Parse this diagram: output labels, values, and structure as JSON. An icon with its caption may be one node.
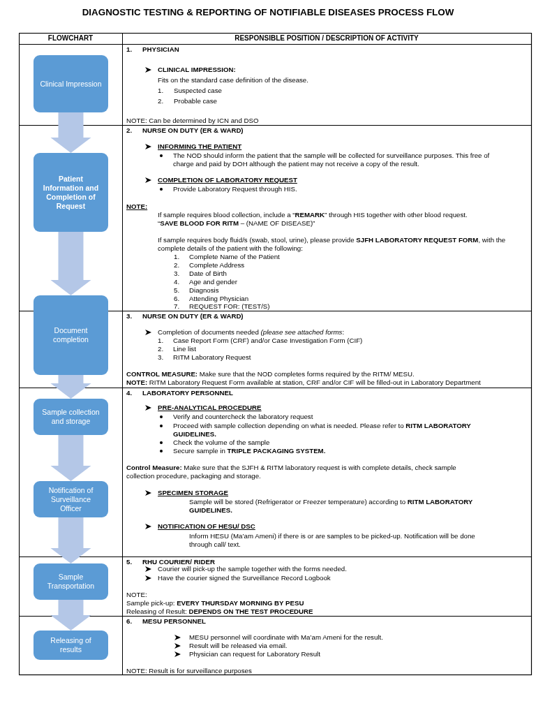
{
  "diagram": {
    "title": "DIAGNOSTIC TESTING & REPORTING OF NOTIFIABLE DISEASES PROCESS FLOW",
    "nodes": [
      {
        "text": [
          "Clinical Impression"
        ]
      },
      {
        "text": [
          "Patient Information and Completion of Request"
        ]
      },
      {
        "text": [
          "Document completion"
        ]
      },
      {
        "text": [
          "Sample collection and storage"
        ]
      },
      {
        "text": [
          "Notification of Surveillance Officer"
        ]
      },
      {
        "text": [
          "Sample Transportation"
        ]
      },
      {
        "text": [
          "Releasing of results"
        ]
      }
    ],
    "edges": [
      {
        "from": 0,
        "to": 1,
        "arrow": "to"
      },
      {
        "from": 1,
        "to": 2,
        "arrow": "to"
      },
      {
        "from": 2,
        "to": 3,
        "arrow": "to"
      },
      {
        "from": 3,
        "to": 4,
        "arrow": "to"
      },
      {
        "from": 4,
        "to": 5,
        "arrow": "to"
      },
      {
        "from": 5,
        "to": 6,
        "arrow": "to"
      }
    ],
    "labels": [
      "FLOWCHART",
      "RESPONSIBLE POSITION / DESCRIPTION OF ACTIVITY",
      "1.",
      "PHYSICIAN",
      "CLINICAL IMPRESSION:",
      "Fits on the standard case definition of the disease.",
      "1.",
      "Suspected case",
      "2.",
      "Probable case",
      "NOTE: Can be determined by ICN and DSO",
      "2.",
      "NURSE ON DUTY (ER & WARD)",
      "INFORMING THE PATIENT",
      "The NOD should inform the patient that the sample will be collected for surveillance purposes. This free of charge and paid by DOH although the patient may not receive a copy of the result.",
      "COMPLETION OF LABORATORY REQUEST",
      "Provide Laboratory Request through HIS.",
      "NOTE:",
      "If sample requires blood collection, include a “**REMARK**” through HIS together with other blood request.",
      "“**SAVE BLOOD FOR RITM** – (NAME OF DISEASE)”",
      "If sample requires body fluid/s (swab, stool, urine), please provide **SJFH LABORATORY REQUEST FORM**, with the complete details of the patient with the following:",
      "1.",
      "Complete Name of the Patient",
      "2.",
      "Complete Address",
      "3.",
      "Date of Birth",
      "4.",
      "Age and gender",
      "5.",
      "Diagnosis",
      "6.",
      "Attending Physician",
      "7.",
      "REQUEST FOR: (TEST/S)",
      "3.",
      "NURSE ON DUTY (ER & WARD)",
      "Completion of documents needed *(please see attached forms*:",
      "1.",
      "Case Report Form (CRF) and/or Case Investigation Form (CIF)",
      "2.",
      "Line list",
      "3.",
      "RITM Laboratory Request",
      "**CONTROL MEASURE:** Make sure that the NOD completes forms required by the RITM/ MESU.",
      "**NOTE:** RITM Laboratory Request Form available at station, CRF and/or CIF will be filled-out in Laboratory Department",
      "4.",
      "LABORATORY PERSONNEL",
      "PRE-ANALYTICAL PROCEDURE",
      "Verify and countercheck the laboratory request",
      "Proceed with sample collection depending on what is needed. Please refer to **RITM LABORATORY GUIDELINES.**",
      "Check the volume of the sample",
      "Secure sample in **TRIPLE PACKAGING SYSTEM.**",
      "**Control Measure:** Make sure that the SJFH & RITM laboratory request is with complete details, check sample collection procedure, packaging and storage.",
      "SPECIMEN STORAGE",
      "Sample will be stored (Refrigerator or Freezer temperature) according to **RITM LABORATORY GUIDELINES.**",
      "NOTIFICATION OF HESU/ DSC",
      "Inform HESU (Ma’am Ameni) if there is or are samples to be picked-up. Notification will be done through call/ text.",
      "5.",
      "RHU COURIER/ RIDER",
      "Courier will pick-up the sample together with the forms needed.",
      "Have the courier signed the Surveillance Record Logbook",
      "NOTE:",
      "Sample pick-up: **EVERY THURSDAY MORNING BY PESU**",
      "Releasing of Result: **DEPENDS ON THE TEST PROCEDURE**",
      "6.",
      "MESU PERSONNEL",
      "MESU personnel will coordinate with Ma’am Ameni for the result.",
      "Result will be released via email.",
      "Physician can request for Laboratory Result",
      "NOTE: Result is for surveillance purposes"
    ]
  }
}
